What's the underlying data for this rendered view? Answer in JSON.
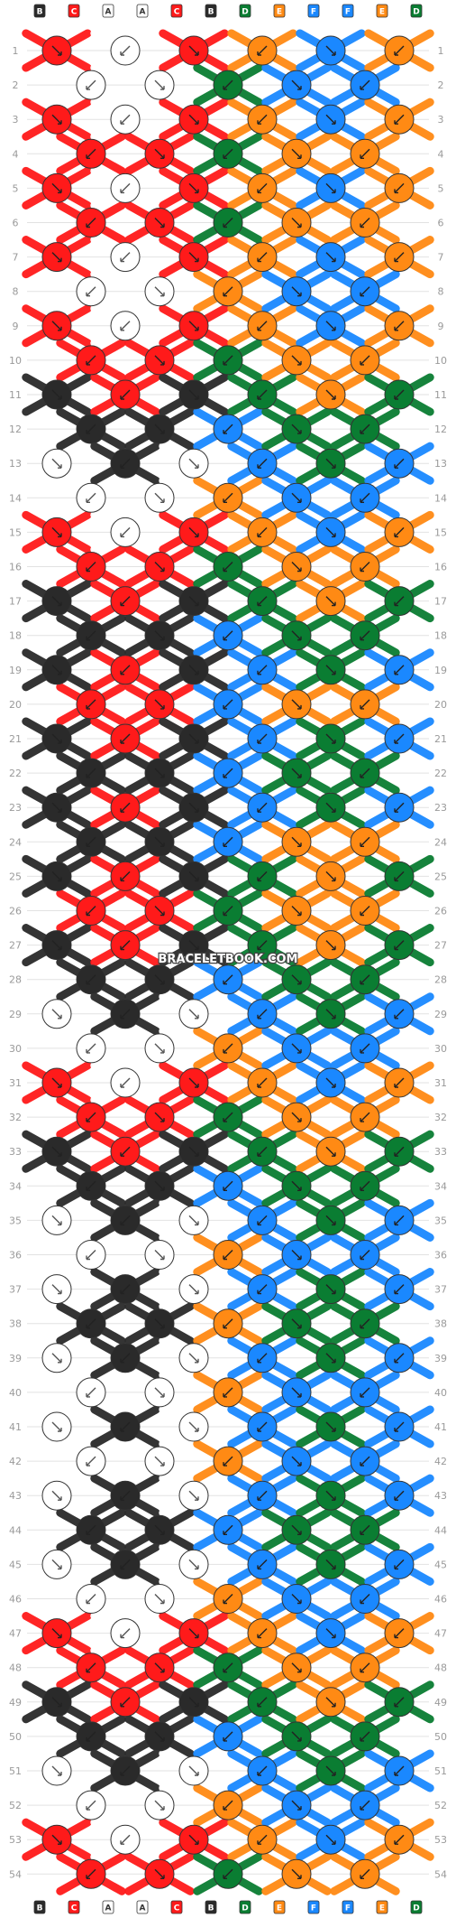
{
  "watermark": "BRACELETBOOK.COM",
  "colors": {
    "A": "#ffffff",
    "B": "#2a2a2a",
    "C": "#ff1a1a",
    "D": "#0a7d32",
    "E": "#ff8a14",
    "F": "#1a88ff"
  },
  "strings_top": [
    "B",
    "C",
    "A",
    "A",
    "C",
    "B",
    "D",
    "E",
    "F",
    "F",
    "E",
    "D"
  ],
  "strings_bottom": [
    "B",
    "C",
    "A",
    "A",
    "C",
    "B",
    "D",
    "E",
    "F",
    "F",
    "E",
    "D"
  ],
  "row_count": 54,
  "rows": [
    [
      "C",
      "A",
      "C",
      "E",
      "F",
      "E"
    ],
    [
      "A",
      "A",
      "D",
      "F",
      "F"
    ],
    [
      "C",
      "A",
      "C",
      "E",
      "F",
      "E"
    ],
    [
      "C",
      "C",
      "D",
      "E",
      "E"
    ],
    [
      "C",
      "A",
      "C",
      "E",
      "F",
      "E"
    ],
    [
      "C",
      "C",
      "D",
      "E",
      "E"
    ],
    [
      "C",
      "A",
      "C",
      "E",
      "F",
      "E"
    ],
    [
      "A",
      "A",
      "E",
      "F",
      "F"
    ],
    [
      "C",
      "A",
      "C",
      "E",
      "F",
      "E"
    ],
    [
      "C",
      "C",
      "D",
      "E",
      "E"
    ],
    [
      "B",
      "C",
      "B",
      "D",
      "E",
      "D"
    ],
    [
      "B",
      "B",
      "F",
      "D",
      "D"
    ],
    [
      "A",
      "B",
      "A",
      "F",
      "D",
      "F"
    ],
    [
      "A",
      "A",
      "E",
      "F",
      "F"
    ],
    [
      "C",
      "A",
      "C",
      "E",
      "F",
      "E"
    ],
    [
      "C",
      "C",
      "D",
      "E",
      "E"
    ],
    [
      "B",
      "C",
      "B",
      "D",
      "E",
      "D"
    ],
    [
      "B",
      "B",
      "F",
      "D",
      "D"
    ],
    [
      "B",
      "C",
      "B",
      "F",
      "D",
      "F"
    ],
    [
      "C",
      "C",
      "F",
      "E",
      "E"
    ],
    [
      "B",
      "C",
      "B",
      "F",
      "D",
      "F"
    ],
    [
      "B",
      "B",
      "F",
      "D",
      "D"
    ],
    [
      "B",
      "C",
      "B",
      "F",
      "D",
      "F"
    ],
    [
      "B",
      "B",
      "F",
      "E",
      "E"
    ],
    [
      "B",
      "C",
      "B",
      "D",
      "E",
      "D"
    ],
    [
      "C",
      "C",
      "D",
      "E",
      "E"
    ],
    [
      "B",
      "C",
      "B",
      "D",
      "E",
      "D"
    ],
    [
      "B",
      "B",
      "F",
      "D",
      "D"
    ],
    [
      "A",
      "B",
      "A",
      "F",
      "D",
      "F"
    ],
    [
      "A",
      "A",
      "E",
      "F",
      "F"
    ],
    [
      "C",
      "A",
      "C",
      "E",
      "F",
      "E"
    ],
    [
      "C",
      "C",
      "D",
      "E",
      "E"
    ],
    [
      "B",
      "C",
      "B",
      "D",
      "E",
      "D"
    ],
    [
      "B",
      "B",
      "F",
      "D",
      "D"
    ],
    [
      "A",
      "B",
      "A",
      "F",
      "D",
      "F"
    ],
    [
      "A",
      "A",
      "E",
      "F",
      "F"
    ],
    [
      "A",
      "B",
      "A",
      "F",
      "D",
      "F"
    ],
    [
      "B",
      "B",
      "E",
      "D",
      "D"
    ],
    [
      "A",
      "B",
      "A",
      "F",
      "D",
      "F"
    ],
    [
      "A",
      "A",
      "E",
      "F",
      "F"
    ],
    [
      "A",
      "B",
      "A",
      "F",
      "D",
      "F"
    ],
    [
      "A",
      "A",
      "E",
      "F",
      "F"
    ],
    [
      "A",
      "B",
      "A",
      "F",
      "D",
      "F"
    ],
    [
      "B",
      "B",
      "F",
      "D",
      "D"
    ],
    [
      "A",
      "B",
      "A",
      "F",
      "D",
      "F"
    ],
    [
      "A",
      "A",
      "E",
      "F",
      "F"
    ],
    [
      "C",
      "A",
      "C",
      "E",
      "F",
      "E"
    ],
    [
      "C",
      "C",
      "D",
      "E",
      "E"
    ],
    [
      "B",
      "C",
      "B",
      "D",
      "E",
      "D"
    ],
    [
      "B",
      "B",
      "F",
      "D",
      "D"
    ],
    [
      "A",
      "B",
      "A",
      "F",
      "D",
      "F"
    ],
    [
      "A",
      "A",
      "E",
      "F",
      "F"
    ],
    [
      "C",
      "A",
      "C",
      "E",
      "F",
      "E"
    ],
    [
      "C",
      "C",
      "D",
      "E",
      "E"
    ]
  ]
}
